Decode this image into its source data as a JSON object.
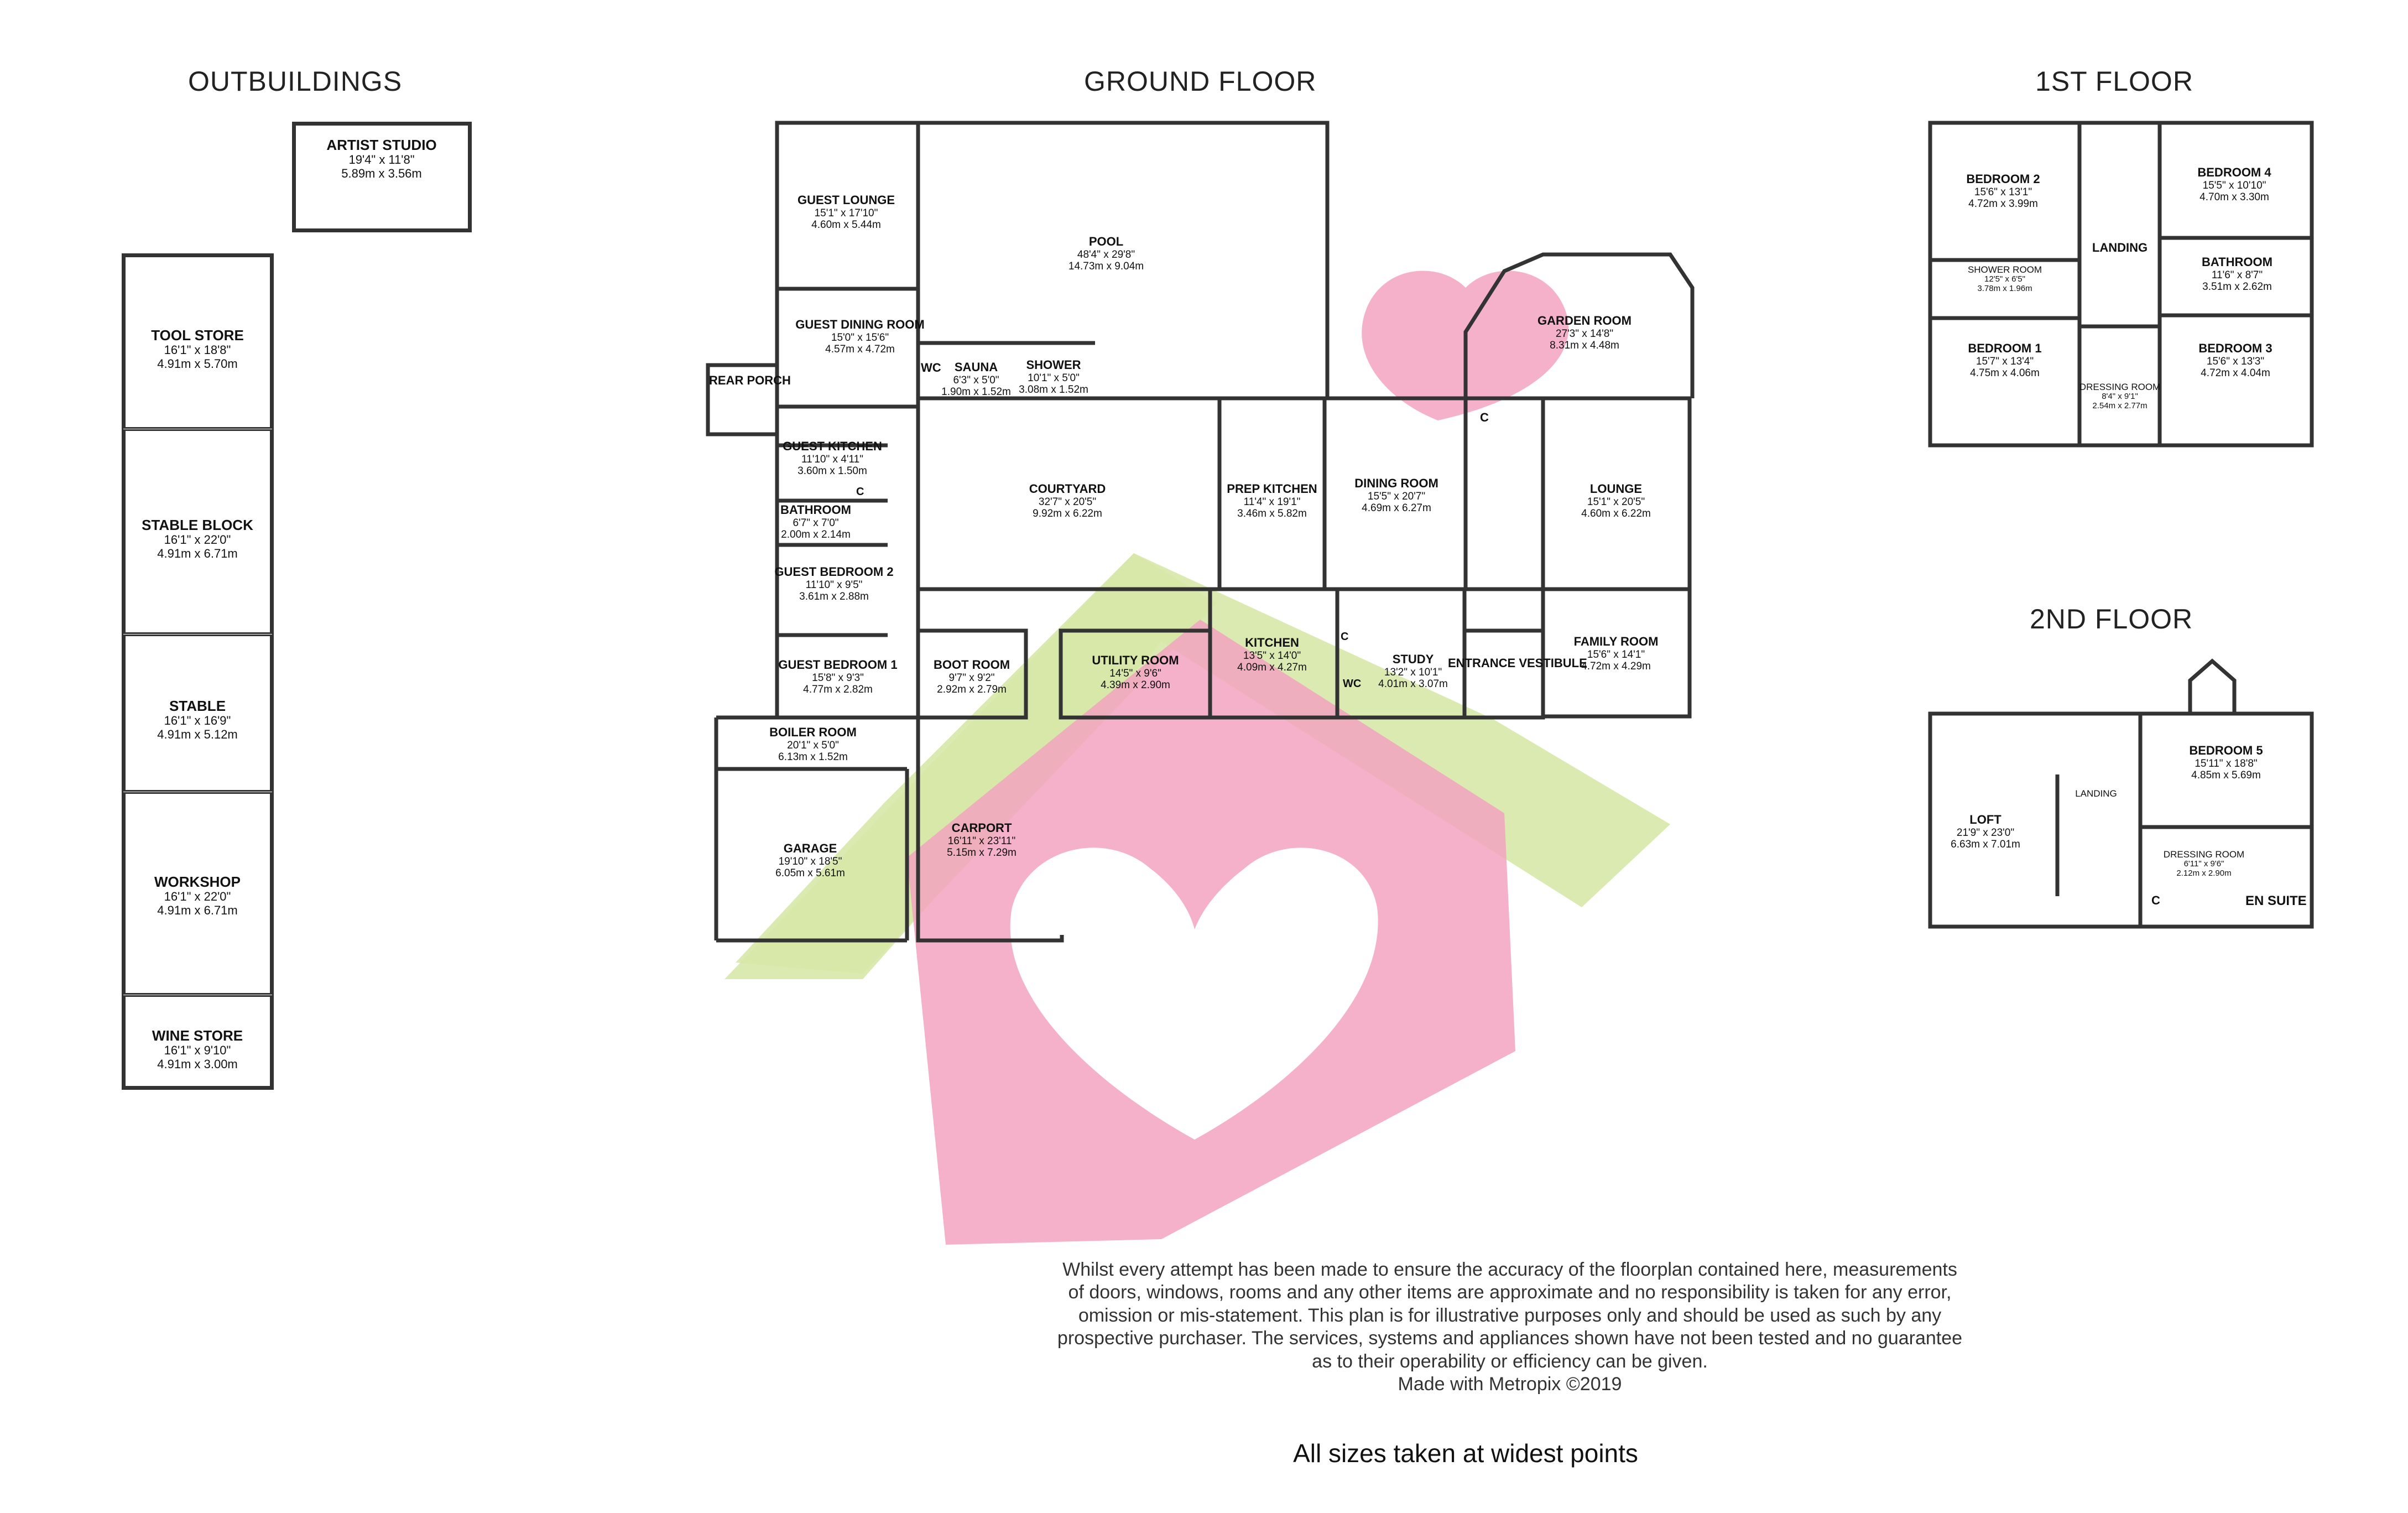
{
  "headings": {
    "outbuildings": "OUTBUILDINGS",
    "ground_floor": "GROUND FLOOR",
    "first_floor": "1ST FLOOR",
    "second_floor": "2ND FLOOR"
  },
  "outbuildings": [
    {
      "name": "ARTIST STUDIO",
      "imperial": "19'4\" x 11'8\"",
      "metric": "5.89m x 3.56m"
    },
    {
      "name": "TOOL STORE",
      "imperial": "16'1\" x 18'8\"",
      "metric": "4.91m x 5.70m"
    },
    {
      "name": "STABLE BLOCK",
      "imperial": "16'1\" x 22'0\"",
      "metric": "4.91m x 6.71m"
    },
    {
      "name": "STABLE",
      "imperial": "16'1\" x 16'9\"",
      "metric": "4.91m x 5.12m"
    },
    {
      "name": "WORKSHOP",
      "imperial": "16'1\" x 22'0\"",
      "metric": "4.91m x 6.71m"
    },
    {
      "name": "WINE STORE",
      "imperial": "16'1\" x 9'10\"",
      "metric": "4.91m x 3.00m"
    }
  ],
  "ground_floor": [
    {
      "name": "GUEST LOUNGE",
      "imperial": "15'1\" x 17'10\"",
      "metric": "4.60m x 5.44m"
    },
    {
      "name": "POOL",
      "imperial": "48'4\" x 29'8\"",
      "metric": "14.73m x 9.04m"
    },
    {
      "name": "GUEST DINING ROOM",
      "imperial": "15'0\" x 15'6\"",
      "metric": "4.57m x 4.72m"
    },
    {
      "name": "SAUNA",
      "imperial": "6'3\" x 5'0\"",
      "metric": "1.90m x 1.52m"
    },
    {
      "name": "SHOWER",
      "imperial": "10'1\" x 5'0\"",
      "metric": "3.08m x 1.52m"
    },
    {
      "name": "GARDEN ROOM",
      "imperial": "27'3\" x 14'8\"",
      "metric": "8.31m x 4.48m"
    },
    {
      "name": "GUEST KITCHEN",
      "imperial": "11'10\" x 4'11\"",
      "metric": "3.60m x 1.50m"
    },
    {
      "name": "BATHROOM",
      "imperial": "6'7\" x 7'0\"",
      "metric": "2.00m x 2.14m"
    },
    {
      "name": "COURTYARD",
      "imperial": "32'7\" x 20'5\"",
      "metric": "9.92m x 6.22m"
    },
    {
      "name": "PREP KITCHEN",
      "imperial": "11'4\" x 19'1\"",
      "metric": "3.46m x 5.82m"
    },
    {
      "name": "DINING ROOM",
      "imperial": "15'5\" x 20'7\"",
      "metric": "4.69m x 6.27m"
    },
    {
      "name": "LOUNGE",
      "imperial": "15'1\" x 20'5\"",
      "metric": "4.60m x 6.22m"
    },
    {
      "name": "GUEST BEDROOM 2",
      "imperial": "11'10\" x 9'5\"",
      "metric": "3.61m x 2.88m"
    },
    {
      "name": "GUEST BEDROOM 1",
      "imperial": "15'8\" x 9'3\"",
      "metric": "4.77m x 2.82m"
    },
    {
      "name": "BOOT ROOM",
      "imperial": "9'7\" x 9'2\"",
      "metric": "2.92m x 2.79m"
    },
    {
      "name": "UTILITY ROOM",
      "imperial": "14'5\" x 9'6\"",
      "metric": "4.39m x 2.90m"
    },
    {
      "name": "KITCHEN",
      "imperial": "13'5\" x 14'0\"",
      "metric": "4.09m x 4.27m"
    },
    {
      "name": "STUDY",
      "imperial": "13'2\" x 10'1\"",
      "metric": "4.01m x 3.07m"
    },
    {
      "name": "FAMILY ROOM",
      "imperial": "15'6\" x 14'1\"",
      "metric": "4.72m x 4.29m"
    },
    {
      "name": "BOILER ROOM",
      "imperial": "20'1\" x 5'0\"",
      "metric": "6.13m x 1.52m"
    },
    {
      "name": "GARAGE",
      "imperial": "19'10\" x 18'5\"",
      "metric": "6.05m x 5.61m"
    },
    {
      "name": "CARPORT",
      "imperial": "16'11\" x 23'11\"",
      "metric": "5.15m x 7.29m"
    }
  ],
  "ground_floor_tags": {
    "rear_porch": "REAR PORCH",
    "wc_pool": "WC",
    "wc_study": "WC",
    "cupboard_a": "C",
    "cupboard_b": "C",
    "cupboard_c": "C",
    "entrance_vestibule": "ENTRANCE VESTIBULE"
  },
  "first_floor": [
    {
      "name": "BEDROOM 2",
      "imperial": "15'6\" x 13'1\"",
      "metric": "4.72m x 3.99m"
    },
    {
      "name": "BEDROOM 4",
      "imperial": "15'5\" x 10'10\"",
      "metric": "4.70m x 3.30m"
    },
    {
      "name": "LANDING",
      "imperial": "",
      "metric": ""
    },
    {
      "name": "SHOWER ROOM",
      "imperial": "12'5\" x 6'5\"",
      "metric": "3.78m x 1.96m"
    },
    {
      "name": "BATHROOM",
      "imperial": "11'6\" x 8'7\"",
      "metric": "3.51m x 2.62m"
    },
    {
      "name": "BEDROOM 1",
      "imperial": "15'7\" x 13'4\"",
      "metric": "4.75m x 4.06m"
    },
    {
      "name": "DRESSING ROOM",
      "imperial": "8'4\" x 9'1\"",
      "metric": "2.54m x 2.77m"
    },
    {
      "name": "BEDROOM 3",
      "imperial": "15'6\" x 13'3\"",
      "metric": "4.72m x 4.04m"
    }
  ],
  "second_floor": [
    {
      "name": "BEDROOM 5",
      "imperial": "15'11\" x 18'8\"",
      "metric": "4.85m x 5.69m"
    },
    {
      "name": "LANDING",
      "imperial": "",
      "metric": ""
    },
    {
      "name": "LOFT",
      "imperial": "21'9\" x 23'0\"",
      "metric": "6.63m x 7.01m"
    },
    {
      "name": "DRESSING ROOM",
      "imperial": "6'11\" x 9'6\"",
      "metric": "2.12m x 2.90m"
    }
  ],
  "second_floor_tags": {
    "en_suite": "EN SUITE",
    "cupboard": "C"
  },
  "disclaimer": "Whilst every attempt has been made to ensure the accuracy of the floorplan contained here, measurements\nof doors, windows, rooms and any other items are approximate and no responsibility is taken for any error,\nomission or mis-statement. This plan is for illustrative purposes only and should be used as such by any\nprospective purchaser. The services, systems and appliances shown have not been tested and no guarantee\nas to their operability or efficiency can be given.\nMade with Metropix ©2019",
  "sizes_note": "All sizes taken at widest points",
  "colors": {
    "watermark_pink": "#f2a3bf",
    "watermark_green": "#d6e8a8",
    "wall": "#333333"
  }
}
